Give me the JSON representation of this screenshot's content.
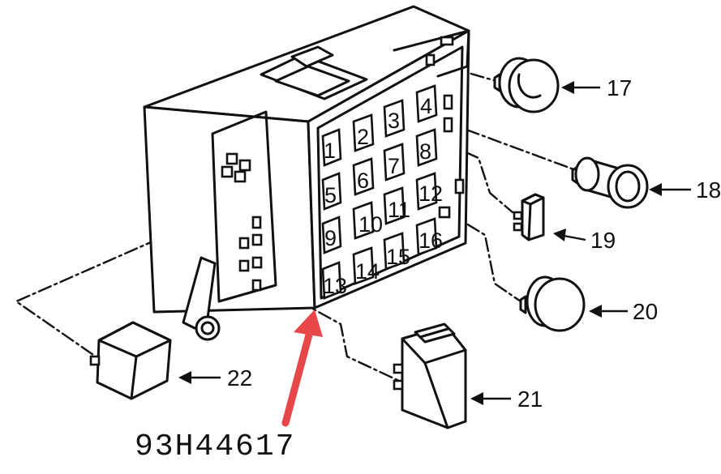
{
  "colors": {
    "ink": "#111111",
    "paper": "#ffffff",
    "pointer_arrow": "#e8474a"
  },
  "fuse_numbers": [
    "1",
    "2",
    "3",
    "4",
    "5",
    "6",
    "7",
    "8",
    "9",
    "10",
    "11",
    "12",
    "13",
    "14",
    "15",
    "16"
  ],
  "callouts": {
    "c17": "17",
    "c18": "18",
    "c19": "19",
    "c20": "20",
    "c21": "21",
    "c22": "22"
  },
  "part_code": "93H44617"
}
